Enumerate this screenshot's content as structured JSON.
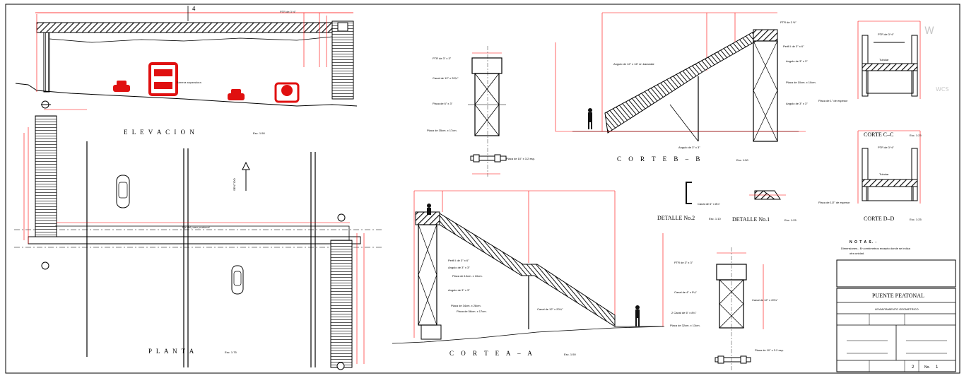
{
  "views": {
    "elevacion": {
      "title": "E L E V A C I O N",
      "scale": "Esc. 1:50"
    },
    "planta": {
      "title": "P L A N T A",
      "scale": "Esc. 1:75"
    },
    "corte_a": {
      "title": "C O R T E   A – A",
      "scale": "Esc. 1:50"
    },
    "corte_b": {
      "title": "C O R T E   B – B",
      "scale": "Esc. 1:50"
    },
    "corte_c": {
      "title": "CORTE  C–C",
      "scale": "Esc. 1:25"
    },
    "corte_d": {
      "title": "CORTE  D–D",
      "scale": "Esc. 1:25"
    },
    "detalle2": {
      "title": "DETALLE  No.2",
      "scale": "Esc. 1:10"
    },
    "detalle1": {
      "title": "DETALLE  No.1",
      "scale": "Esc. 1:25"
    }
  },
  "notes": {
    "heading": "N O T A S. -",
    "line1": "Dimensiones.- En centímetros excepto donde se indica",
    "line2": "otra unidad."
  },
  "title_block": {
    "project": "PUENTE PEATONAL",
    "subtitle": "LEVANTAMIENTO GEOMETRICO",
    "sheet_label": "No.",
    "sheet_number": "1",
    "sheet_count": "2"
  },
  "labels": {
    "ptr_3": "PTR de 3 ½\"",
    "barrera": "Barrera separadora",
    "sentido": "SENTIDO",
    "eje_paso": "Eje del paso peatonal",
    "canal_12": "Canal de 12\" x 20¾\"",
    "angulo_3": "Angulo de 3\" x 3\"",
    "placa_35": "Placa de 35cm. x 17cm.",
    "placa_10": "Placa de 10\" x 3.2 esp.",
    "canal_6": "Canal de 6\" x 8¼\"",
    "perfil_1": "Perfil I de 3\" x 6\"",
    "angulo_12": "Angulo de 12\" x 16\" en barandal",
    "tubular": "Tubular"
  },
  "icons": {
    "side_top": "W",
    "side_bottom": "WCS"
  },
  "colors": {
    "line": "#000000",
    "dim": "#ff0000",
    "text_label": "#1a1a1a",
    "dim_text": "#ffd000",
    "vehicle": "#e01010",
    "hatch": "#222222"
  }
}
